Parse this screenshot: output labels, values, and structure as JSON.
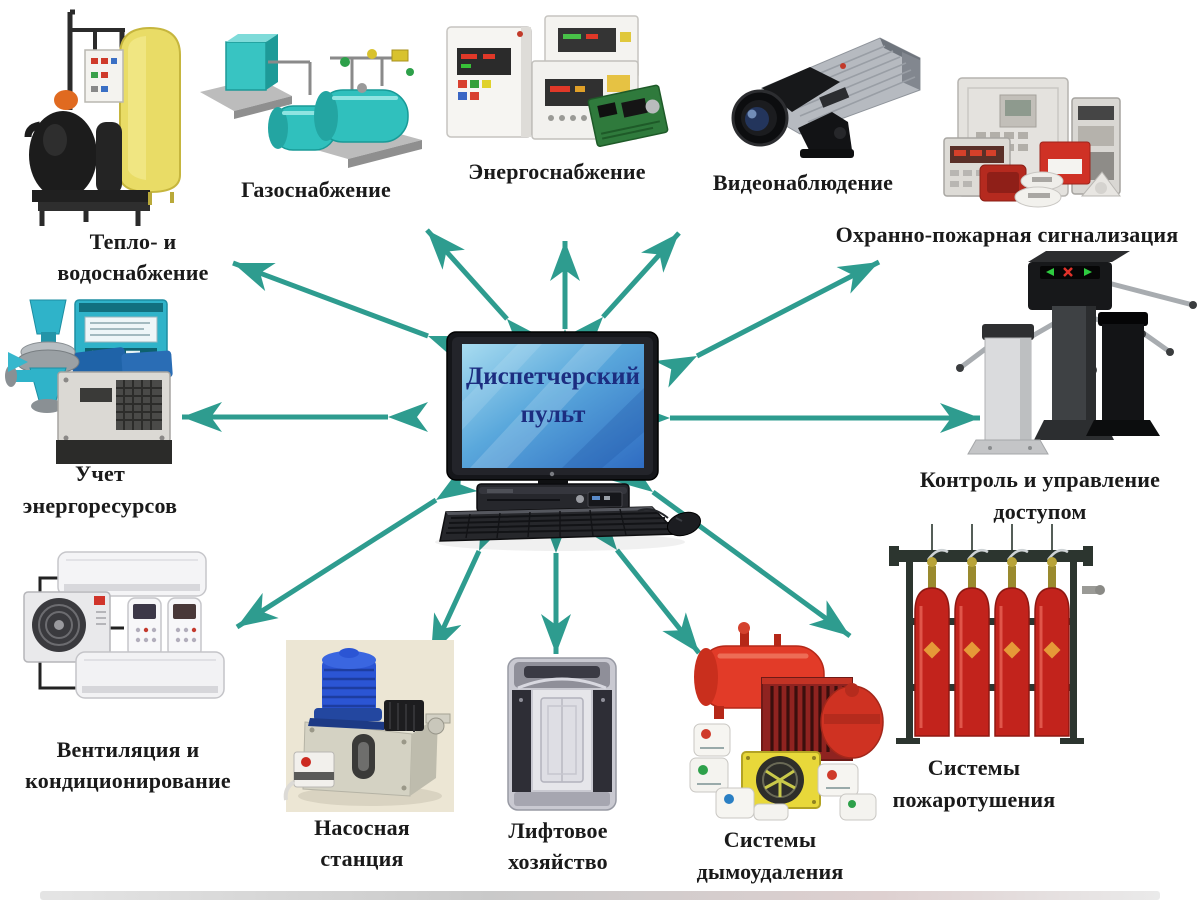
{
  "center": {
    "label": "Диспетчерский\nпульт"
  },
  "nodes": {
    "heat_water": {
      "label": "Тепло- и\nводоснабжение"
    },
    "gas": {
      "label": "Газоснабжение"
    },
    "energy": {
      "label": "Энергоснабжение"
    },
    "cctv": {
      "label": "Видеонаблюдение"
    },
    "fire_alarm": {
      "label": "Охранно-пожарная сигнализация"
    },
    "metering": {
      "label": "Учет\nэнергоресурсов"
    },
    "access": {
      "label": "Контроль и управление\nдоступом"
    },
    "hvac": {
      "label": "Вентиляция и\nкондиционирование"
    },
    "pump": {
      "label": "Насосная\nстанция"
    },
    "elevator": {
      "label": "Лифтовое\nхозяйство"
    },
    "smoke": {
      "label": "Системы\nдымоудаления"
    },
    "fire_suppression": {
      "label": "Системы\nпожаротушения"
    }
  },
  "colors": {
    "arrow": "#2e9c8f",
    "screen_text": "#1c2d80",
    "label_text": "#1a1a1a"
  }
}
